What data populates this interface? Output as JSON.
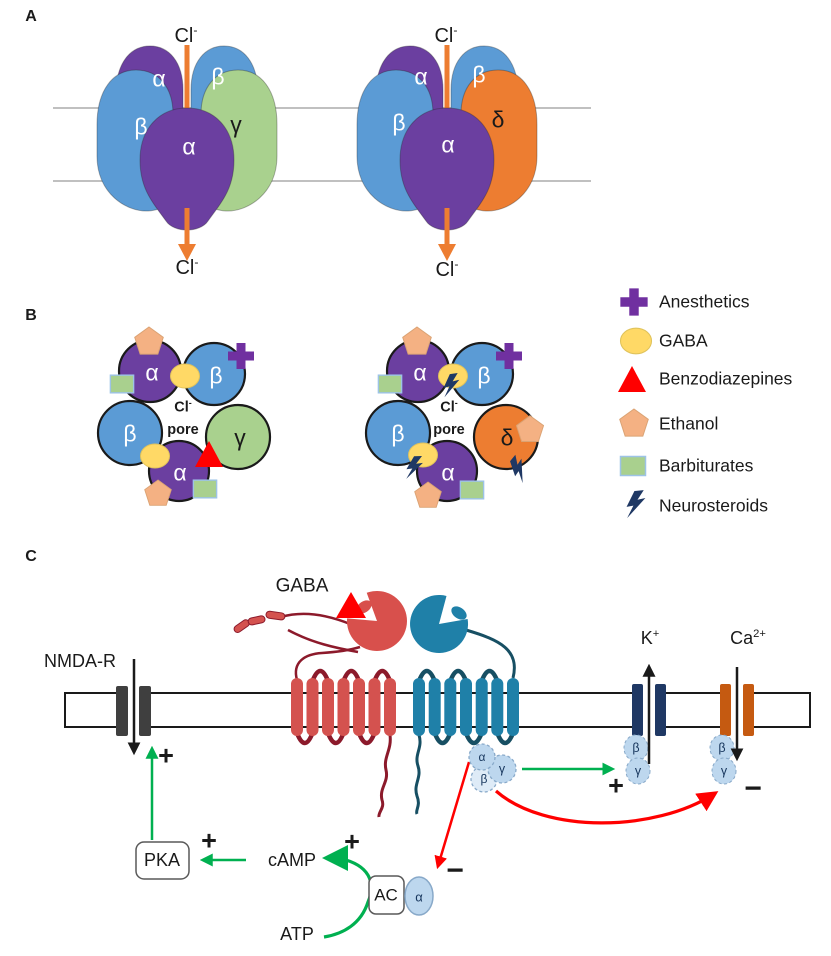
{
  "figure": {
    "type": "scientific-diagram",
    "topic": "GABA receptor subtypes and signaling"
  },
  "colors": {
    "alpha_purple": "#6B3FA0",
    "beta_blue": "#5B9BD5",
    "gamma_green": "#A9D18E",
    "delta_orange": "#ED7D31",
    "ion_arrow_orange": "#ED7D31",
    "gaba_yellow": "#FFD966",
    "ethanol_peach": "#F4B183",
    "barbiturate_green": "#A9D08E",
    "benzodiazepine_red": "#FF0000",
    "anesthetic_purple": "#7030A0",
    "neurosteroid_navy": "#1F3864",
    "gpcr_red": "#D4524F",
    "gpcr_red_dark": "#8C1A2B",
    "gpcr_blue": "#1F80A8",
    "gpcr_blue_dark": "#174F63",
    "g_protein_blue": "#BDD7EE",
    "k_channel_navy": "#1F3864",
    "ca_channel_orange": "#C55A11",
    "activation_green": "#00B050",
    "inhibition_red": "#FF0000"
  },
  "panel_a": {
    "label": "A",
    "cl_ion": {
      "base": "Cl",
      "sup": "-"
    },
    "receptors": [
      {
        "back_left": "α",
        "back_right": "β",
        "mid_left": "β",
        "mid_right": "γ",
        "front": "α"
      },
      {
        "back_left": "α",
        "back_right": "β",
        "mid_left": "β",
        "mid_right": "δ",
        "front": "α"
      }
    ]
  },
  "panel_b": {
    "label": "B",
    "pore": {
      "ion_base": "Cl",
      "ion_sup": "-",
      "word": "pore"
    },
    "receptors": [
      {
        "top_left": "α",
        "top_right": "β",
        "mid_left": "β",
        "right": "γ",
        "bottom": "α"
      },
      {
        "top_left": "α",
        "top_right": "β",
        "mid_left": "β",
        "right": "δ",
        "bottom": "α"
      }
    ],
    "legend": [
      {
        "symbol": "plus-icon",
        "label": "Anesthetics"
      },
      {
        "symbol": "circle-icon",
        "label": "GABA"
      },
      {
        "symbol": "triangle-icon",
        "label": "Benzodiazepines"
      },
      {
        "symbol": "pentagon-icon",
        "label": "Ethanol"
      },
      {
        "symbol": "square-icon",
        "label": "Barbiturates"
      },
      {
        "symbol": "lightning-icon",
        "label": "Neurosteroids"
      }
    ]
  },
  "panel_c": {
    "label": "C",
    "nmda": "NMDA-R",
    "gaba": "GABA",
    "k_ion": {
      "base": "K",
      "sup": "+"
    },
    "ca_ion": {
      "base": "Ca",
      "sup": "2+"
    },
    "pka": "PKA",
    "camp": "cAMP",
    "ac": "AC",
    "atp": "ATP",
    "ac_alpha": "α",
    "g_protein": {
      "alpha": "α",
      "beta": "β",
      "gamma": "γ"
    },
    "channel_subunits": {
      "beta": "β",
      "gamma": "γ"
    },
    "plus": "+",
    "minus": "−"
  }
}
